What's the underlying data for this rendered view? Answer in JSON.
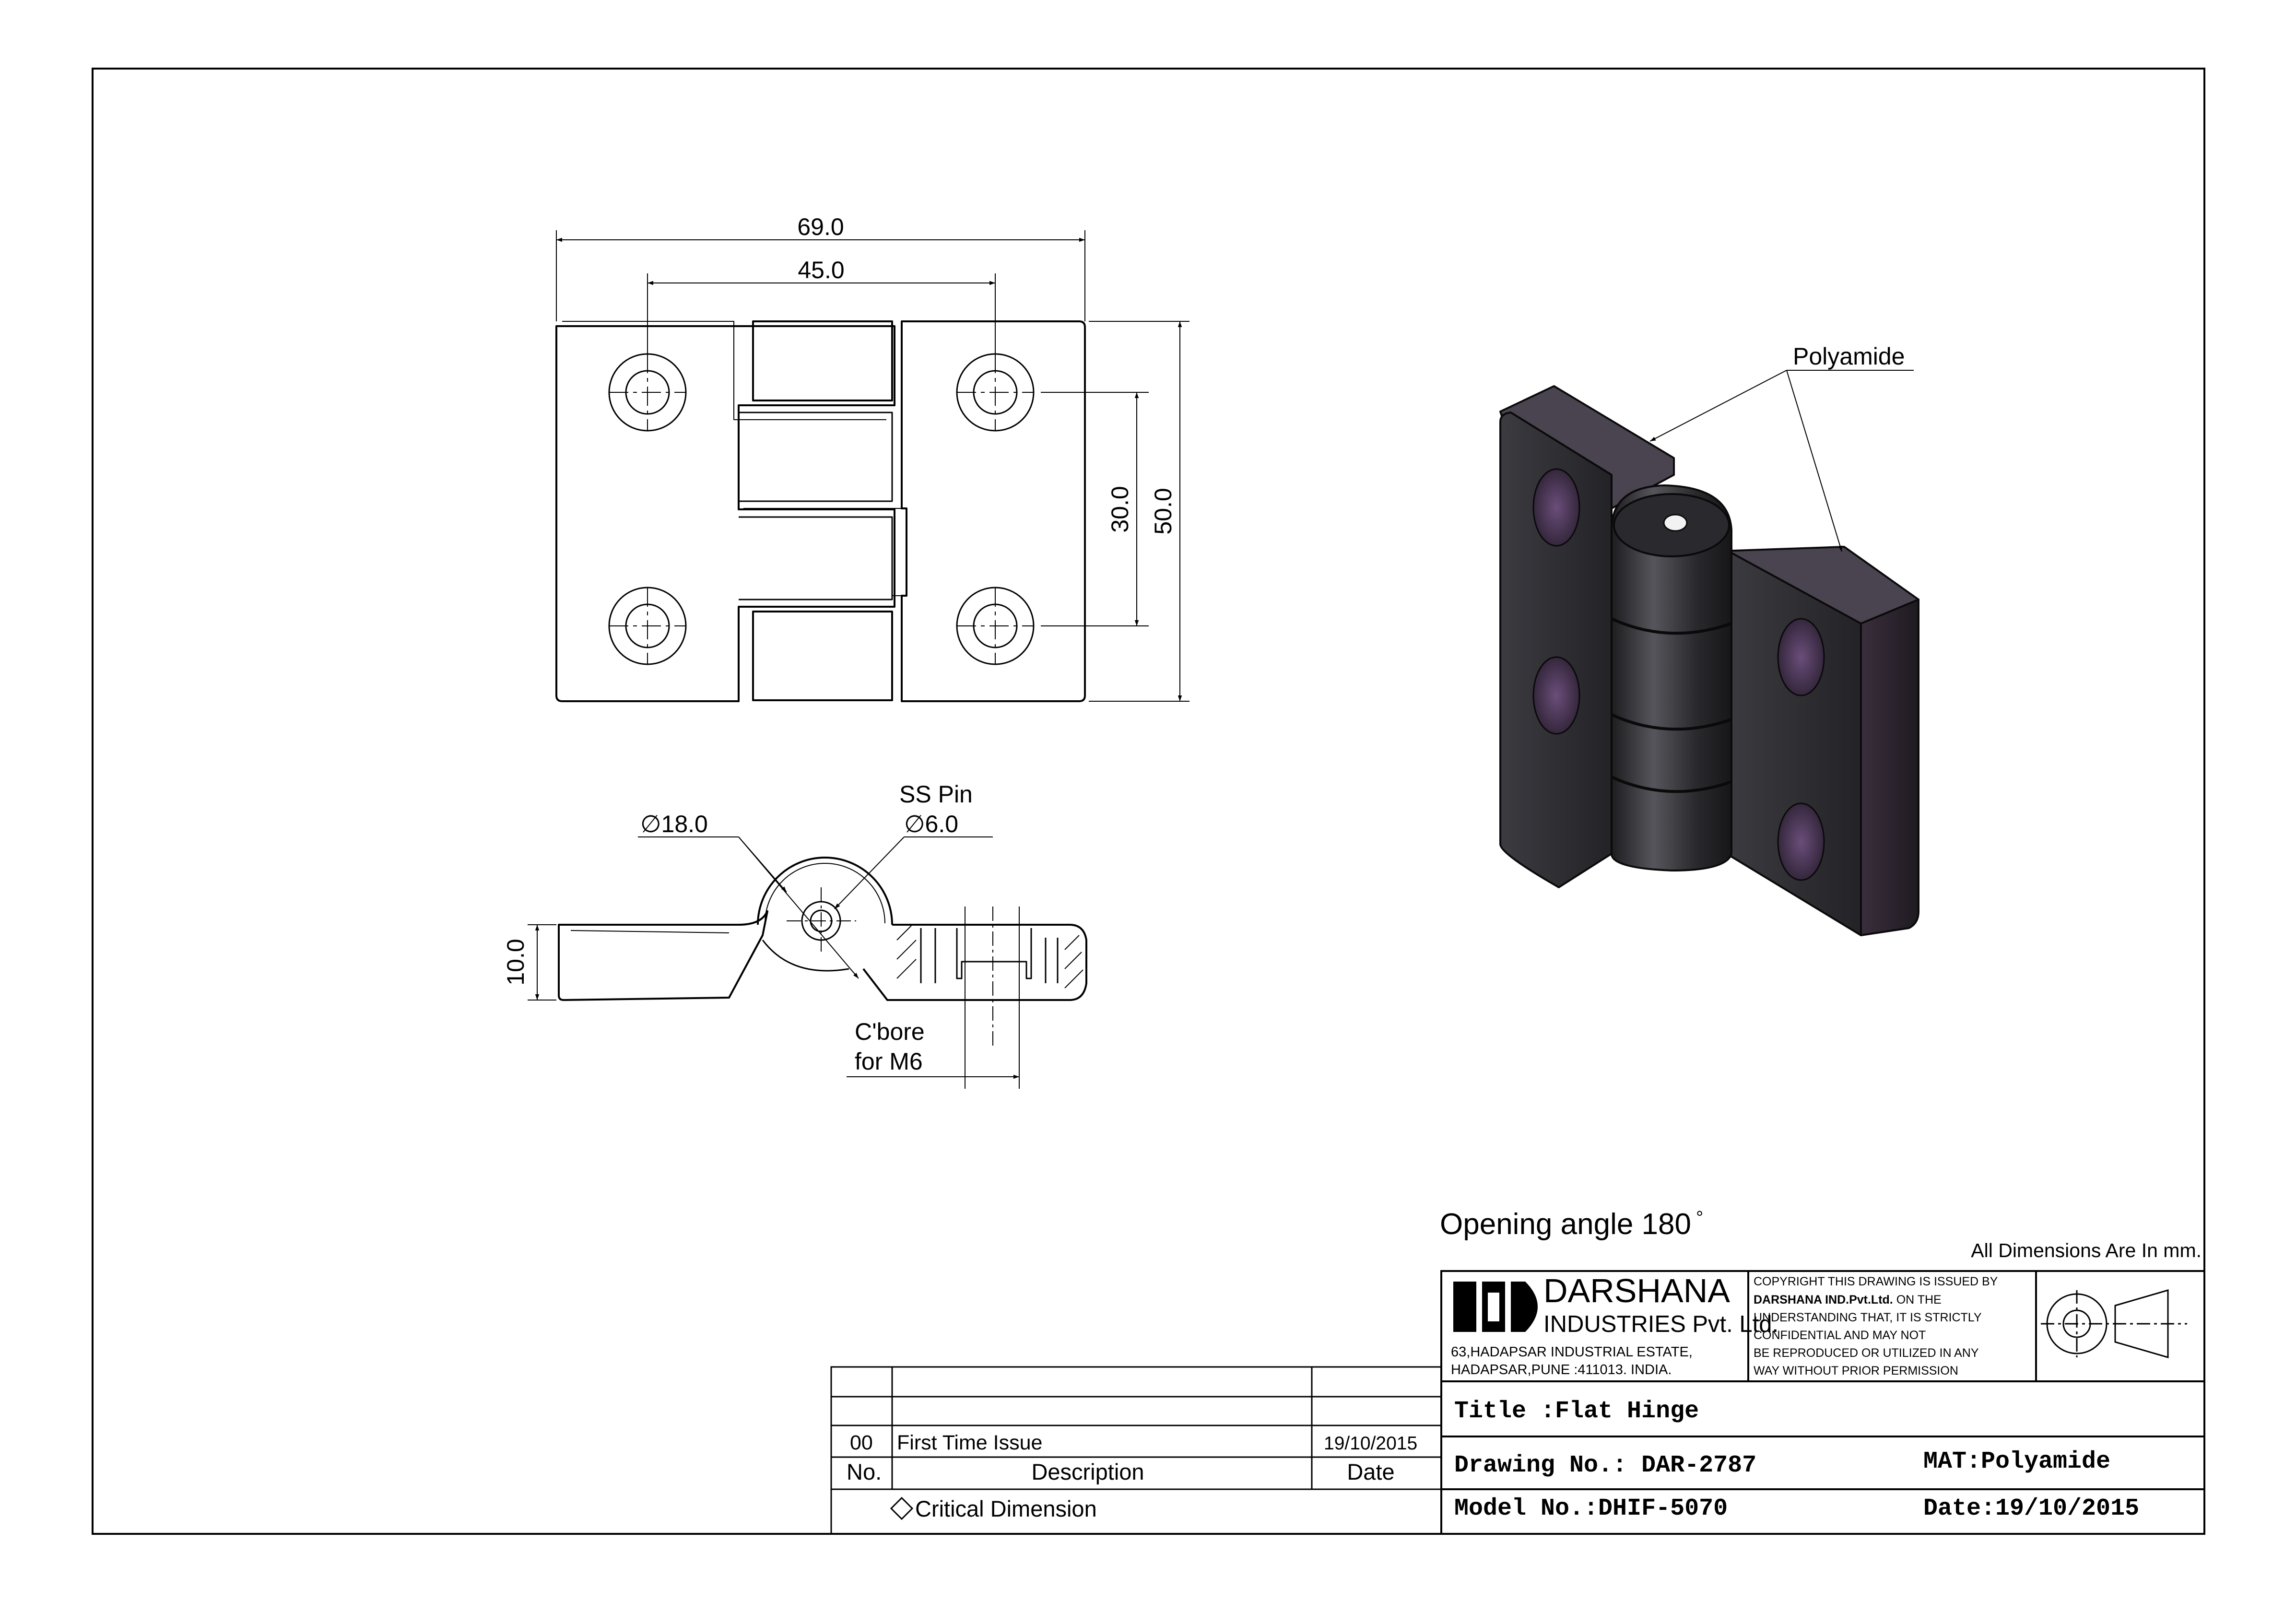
{
  "top_view": {
    "dim_overall_width": "69.0",
    "dim_hole_spacing_x": "45.0",
    "dim_hole_spacing_y": "30.0",
    "dim_overall_height": "50.0"
  },
  "side_view": {
    "knuckle_diameter": "∅18.0",
    "pin_label": "SS Pin",
    "pin_diameter": "∅6.0",
    "thickness": "10.0",
    "cbore_line1": "C'bore",
    "cbore_line2": "for M6"
  },
  "iso_view": {
    "material_callout": "Polyamide"
  },
  "opening_angle": "Opening angle 180",
  "degree_mark": "°",
  "units_note": "All Dimensions Are In mm.",
  "company": {
    "name": "DARSHANA",
    "subname": "INDUSTRIES Pvt. Ltd.",
    "address_line1": "63,HADAPSAR INDUSTRIAL ESTATE,",
    "address_line2": "HADAPSAR,PUNE :411013. INDIA."
  },
  "copyright_lines": [
    "COPYRIGHT THIS DRAWING IS ISSUED BY",
    "DARSHANA IND.Pvt.Ltd.",
    " ON THE",
    "UNDERSTANDING THAT, IT IS STRICTLY",
    "CONFIDENTIAL AND MAY NOT",
    "BE REPRODUCED OR UTILIZED IN ANY",
    "WAY WITHOUT PRIOR PERMISSION"
  ],
  "title_block": {
    "title": "Title :Flat Hinge",
    "drawing_no": "Drawing No.: DAR-2787",
    "material": "MAT:Polyamide",
    "model_no": "Model No.:DHIF-5070",
    "date": "Date:19/10/2015"
  },
  "revision": {
    "rows": [
      {
        "no": "00",
        "description": "First Time Issue",
        "date": "19/10/2015"
      }
    ],
    "header_no": "No.",
    "header_description": "Description",
    "header_date": "Date",
    "critical_note": "Critical Dimension"
  }
}
